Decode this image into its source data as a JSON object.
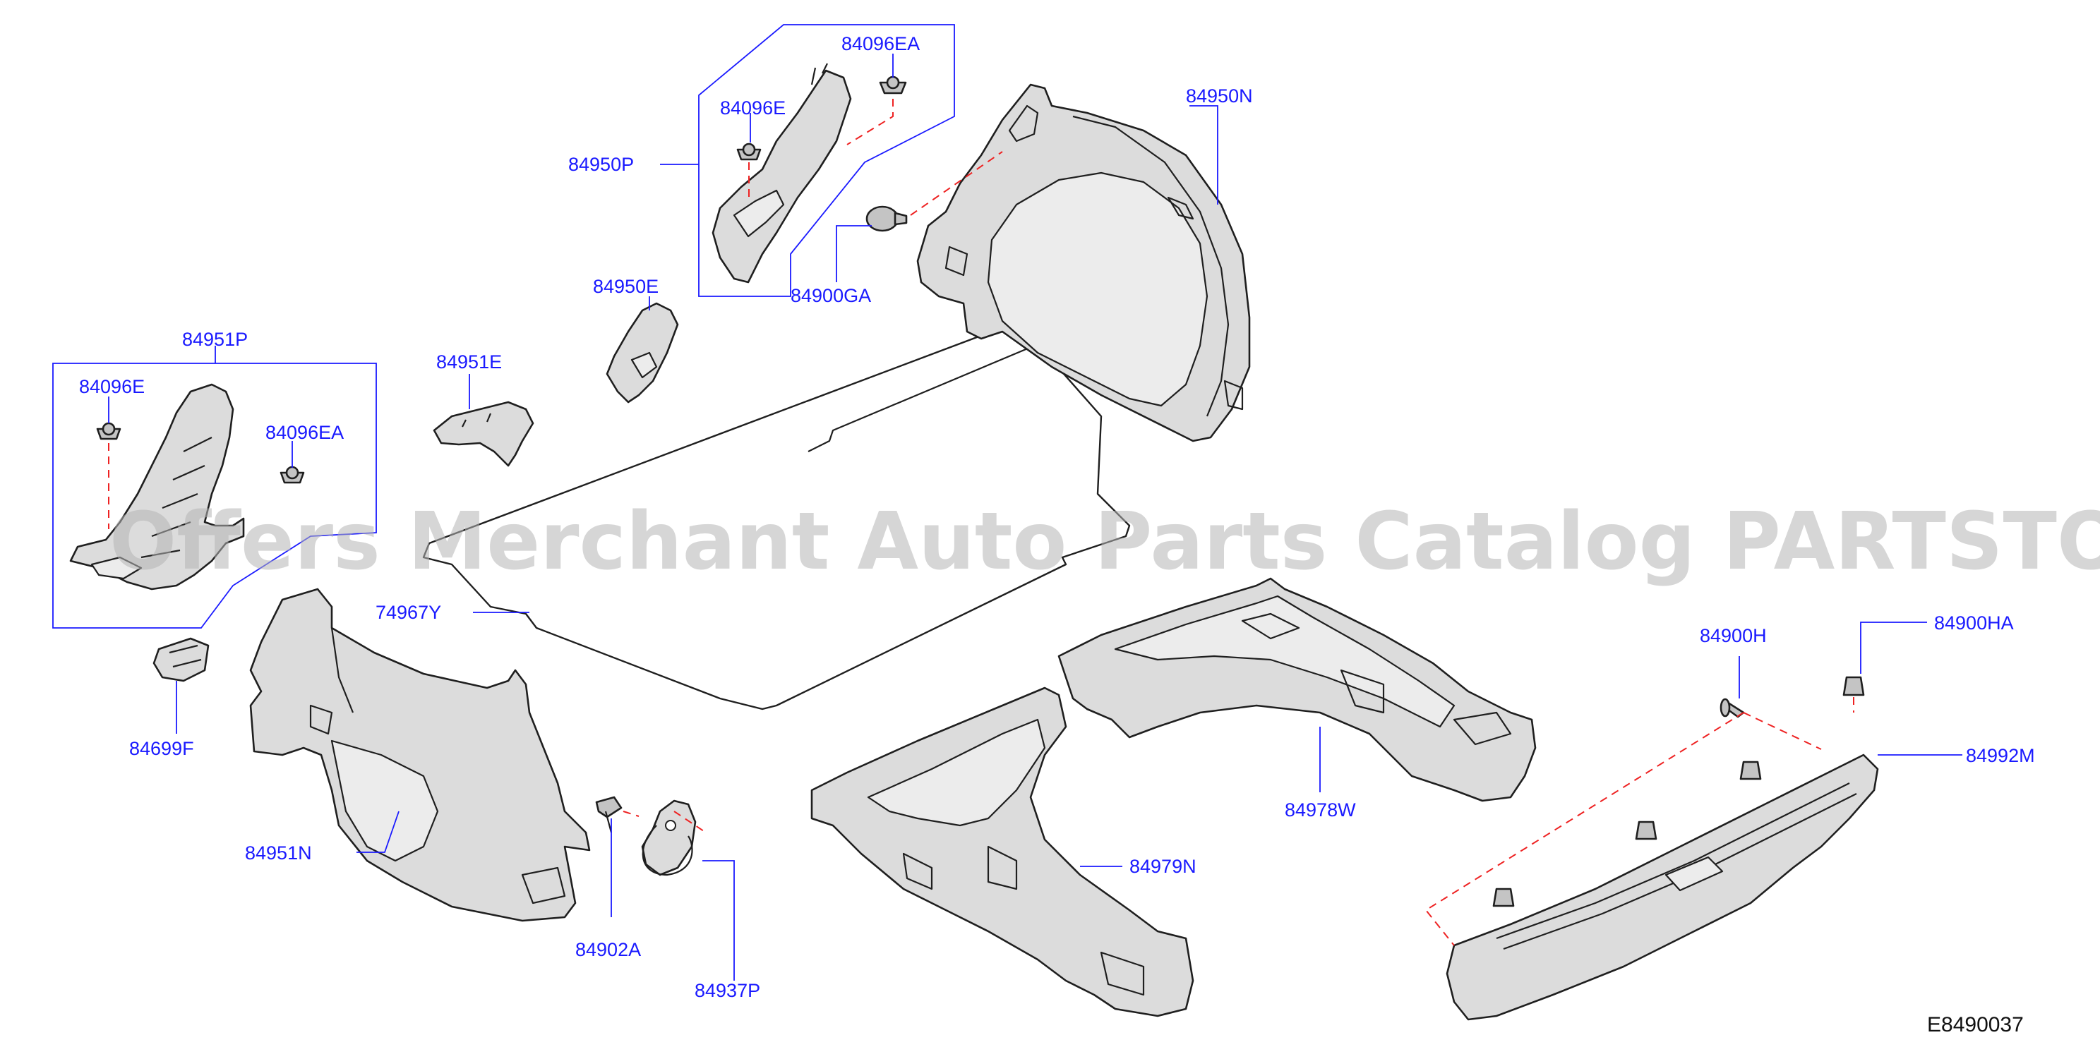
{
  "watermark": "Offers Merchant Auto Parts Catalog PARTSTORE.SA",
  "diagram_id": "E8490037",
  "labels": {
    "p84096EA_top": "84096EA",
    "p84096E_top": "84096E",
    "p84950P": "84950P",
    "p84950N": "84950N",
    "p84900GA": "84900GA",
    "p84950E": "84950E",
    "p84951P": "84951P",
    "p84951E": "84951E",
    "p84096E_left": "84096E",
    "p84096EA_left": "84096EA",
    "p74967Y": "74967Y",
    "p84699F": "84699F",
    "p84951N": "84951N",
    "p84902A": "84902A",
    "p84937P": "84937P",
    "p84979N": "84979N",
    "p84978W": "84978W",
    "p84900H": "84900H",
    "p84900HA": "84900HA",
    "p84992M": "84992M"
  },
  "colors": {
    "callout": "#1a1aff",
    "fastener_path": "#ee2222",
    "part_fill": "#dcdcdc",
    "outline": "#1f1f1f",
    "watermark": "#b5b5b5"
  }
}
